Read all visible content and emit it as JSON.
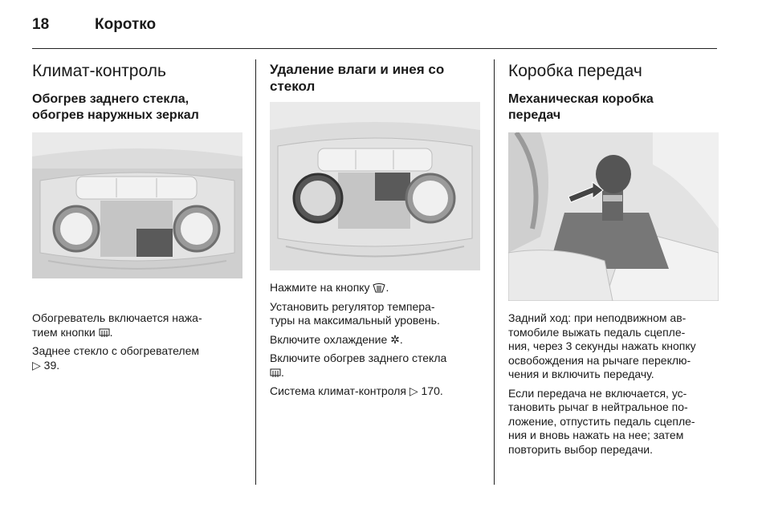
{
  "header": {
    "page_number": "18",
    "section": "Коротко"
  },
  "col1": {
    "title": "Климат-контроль",
    "subtitle_line1": "Обогрев заднего стекла,",
    "subtitle_line2": "обогрев наружных зеркал",
    "p1_line1": "Обогреватель включается нажа-",
    "p1_line2": "тием кнопки",
    "p2_line1": "Заднее стекло с обогревателем",
    "p2_ref": "39."
  },
  "col2": {
    "title_line1": "Удаление влаги и инея со",
    "title_line2": "стекол",
    "p1": "Нажмите на кнопку",
    "p2_line1": "Установить регулятор темпера-",
    "p2_line2": "туры на максимальный уровень.",
    "p3": "Включите охлаждение",
    "p4_line1": "Включите обогрев заднего стекла",
    "p5": "Система климат-контроля",
    "p5_ref": "170."
  },
  "col3": {
    "title": "Коробка передач",
    "subtitle_line1": "Механическая коробка",
    "subtitle_line2": "передач",
    "p1_lines": [
      "Задний ход: при неподвижном ав-",
      "томобиле выжать педаль сцепле-",
      "ния, через 3 секунды нажать кнопку",
      "освобождения на рычаге переклю-",
      "чения и включить передачу."
    ],
    "p2_lines": [
      "Если передача не включается, ус-",
      "тановить рычаг в нейтральное по-",
      "ложение, отпустить педаль сцепле-",
      "ния и вновь нажать на нее; затем",
      "повторить выбор передачи."
    ]
  },
  "icons": {
    "rear_defrost": "rear-window-heater-icon",
    "front_defrost": "windscreen-defrost-icon",
    "cooling": "snowflake-icon",
    "page_ref": "page-reference-arrow-icon"
  }
}
